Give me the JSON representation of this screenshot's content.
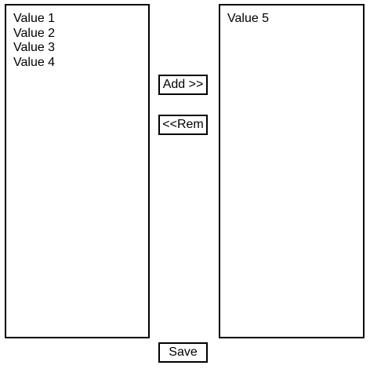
{
  "left_list": {
    "items": [
      "Value 1",
      "Value 2",
      "Value 3",
      "Value 4"
    ]
  },
  "right_list": {
    "items": [
      "Value 5"
    ]
  },
  "buttons": {
    "add_label": "Add >>",
    "remove_label": "<<Rem",
    "save_label": "Save"
  }
}
